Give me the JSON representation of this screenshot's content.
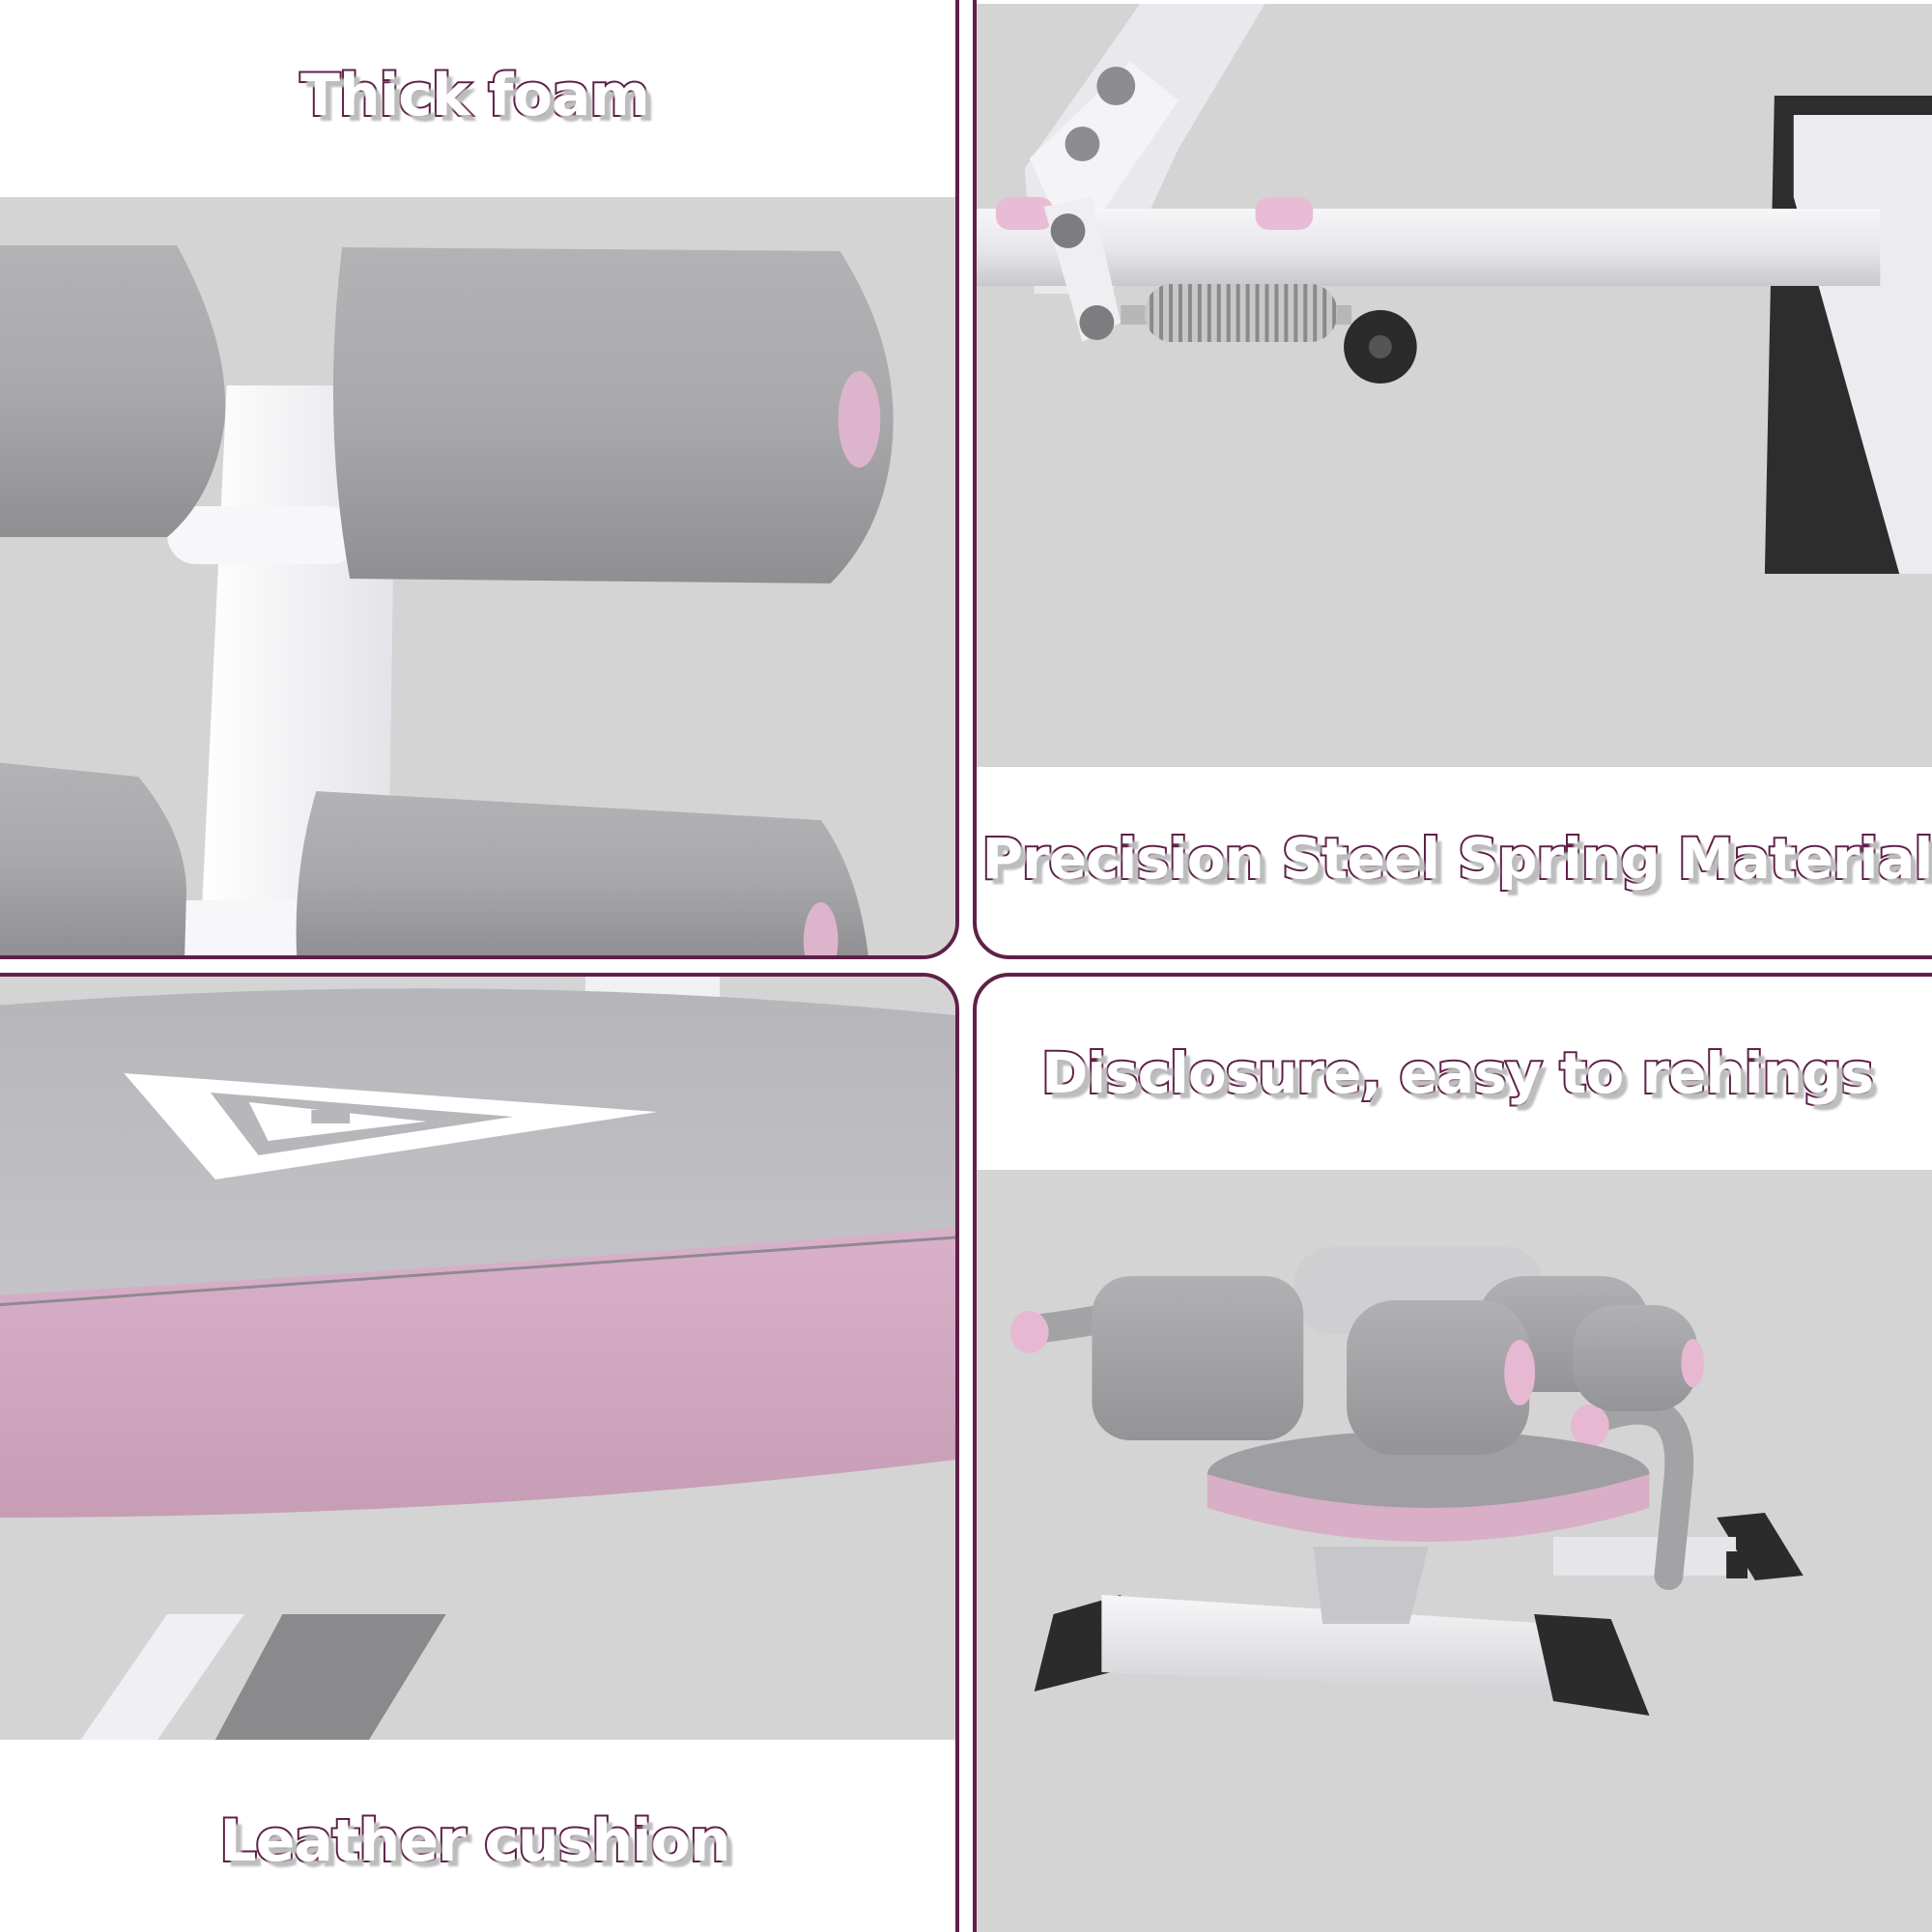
{
  "colors": {
    "border": "#5e2148",
    "caption_fill": "#ffffff",
    "caption_stroke": "#5e2148",
    "caption_shadow": "#bdbdbd",
    "photo_background": "#d4d4d4",
    "foam_gray": "#a9a8aa",
    "accent_pink": "#dcb4cb",
    "frame_white": "#f2f1f4",
    "foot_black": "#2a2a2a"
  },
  "panels": [
    {
      "id": "top-left",
      "caption": "Thick foam",
      "image_subject": "foam-roller-closeup"
    },
    {
      "id": "top-right",
      "caption": "Precision Steel Spring Material",
      "image_subject": "steel-spring-closeup"
    },
    {
      "id": "bottom-left",
      "caption": "Leather cushion",
      "image_subject": "leather-seat-cushion-closeup"
    },
    {
      "id": "bottom-right",
      "caption": "Disclosure, easy to rehings",
      "image_subject": "full-ab-machine-view"
    }
  ]
}
